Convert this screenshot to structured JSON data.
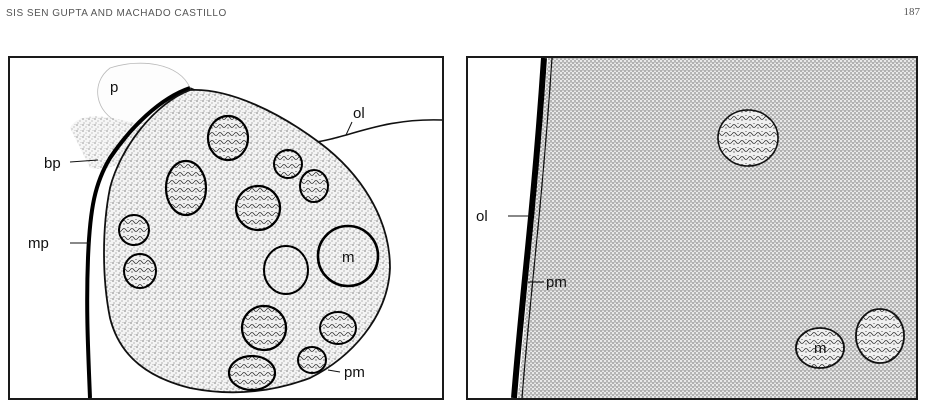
{
  "header": {
    "running_head": "SIS SEN GUPTA AND MACHADO CASTILLO",
    "page_number": "187"
  },
  "figure_left": {
    "labels": {
      "p": "p",
      "ol": "ol",
      "bp": "bp",
      "mp": "mp",
      "m": "m",
      "pm": "pm"
    }
  },
  "figure_right": {
    "labels": {
      "ol": "ol",
      "pm": "pm",
      "m": "m"
    }
  }
}
